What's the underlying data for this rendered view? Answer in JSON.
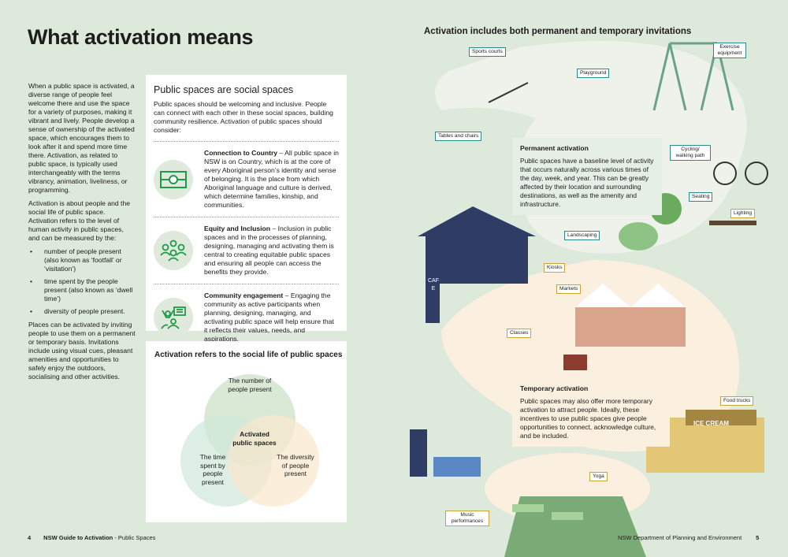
{
  "left_page": {
    "title": "What activation means",
    "intro": {
      "p1": "When a public space is activated, a diverse range of people feel welcome there and use the space for a variety of purposes, making it vibrant and lively. People develop a sense of ownership of the activated space, which encourages them to look after it and spend more time there. Activation, as related to public space, is typically used interchangeably with the terms vibrancy, animation, liveliness, or programming.",
      "p2": "Activation is about people and the social life of public space. Activation refers to the level of human activity in public spaces, and can be measured by the:",
      "bullets": [
        "number of people present (also known as ‘footfall’ or ‘visitation’)",
        "time spent by the people present (also known as ‘dwell time’)",
        "diversity of people present."
      ],
      "p3": "Places can be activated by inviting people to use them on a permanent or temporary basis. Invitations include using visual cues, pleasant amenities and opportunities to safely enjoy the outdoors, socialising and other activities."
    },
    "social_card": {
      "title": "Public spaces are social spaces",
      "lead": "Public spaces should be welcoming and inclusive. People can connect with each other in these social spaces, building community resilience. Activation of public spaces should consider:",
      "items": [
        {
          "icon": "aboriginal-flag-icon",
          "heading": "Connection to Country",
          "text": " – All public space in NSW is on Country, which is at the core of every Aboriginal person’s identity and sense of belonging. It is the place from which Aboriginal language and culture is derived, which determine families, kinship, and communities."
        },
        {
          "icon": "people-group-icon",
          "heading": "Equity and Inclusion",
          "text": " – Inclusion in public spaces and in the processes of planning, designing, managing and activating them is central to creating equitable public spaces and ensuring all people can access the benefits they provide."
        },
        {
          "icon": "community-speech-icon",
          "heading": "Community engagement",
          "text": " – Engaging the community as active participants when planning, designing, managing, and activating public space will help ensure that it reflects their values, needs, and aspirations."
        }
      ]
    },
    "venn": {
      "title": "Activation refers to the social life of public spaces",
      "top": "The number of people present",
      "left": "The time spent by people present",
      "right": "The diversity of people present",
      "center": "Activated public spaces"
    },
    "footer": {
      "page": "4",
      "guide": "NSW Guide to Activation",
      "section": " - Public Spaces"
    }
  },
  "right_page": {
    "title": "Activation includes both permanent and temporary invitations",
    "permanent": {
      "heading": "Permanent activation",
      "text": "Public spaces have a baseline level of activity that occurs naturally across various times of the day, week, and year. This can be greatly affected by their location and surrounding destinations, as well as the amenity and infrastructure."
    },
    "temporary": {
      "heading": "Temporary activation",
      "text": "Public spaces may also offer more temporary activation to attract people. Ideally, these incentives to use public spaces give people opportunities to connect, acknowledge culture, and be included."
    },
    "tags": [
      "Sports courts",
      "Playground",
      "Exercise equipment",
      "Tables and chairs",
      "Cycling/ walking path",
      "Seating",
      "Lighting",
      "Landscaping",
      "Kiosks",
      "Markets",
      "Classes",
      "Food trucks",
      "Yoga",
      "Music performances"
    ],
    "signs": {
      "cafe": "CAFE",
      "ice_cream": "ICE CREAM"
    },
    "footer": {
      "org": "NSW Department of Planning and Environment",
      "page": "5"
    },
    "colors": {
      "permanent_tag": "#2d8b8b",
      "temporary_tag": "#c9a43a",
      "path": "#eef2ea",
      "temporary_bg": "#fbefdf",
      "grass": "#7aab76"
    }
  }
}
